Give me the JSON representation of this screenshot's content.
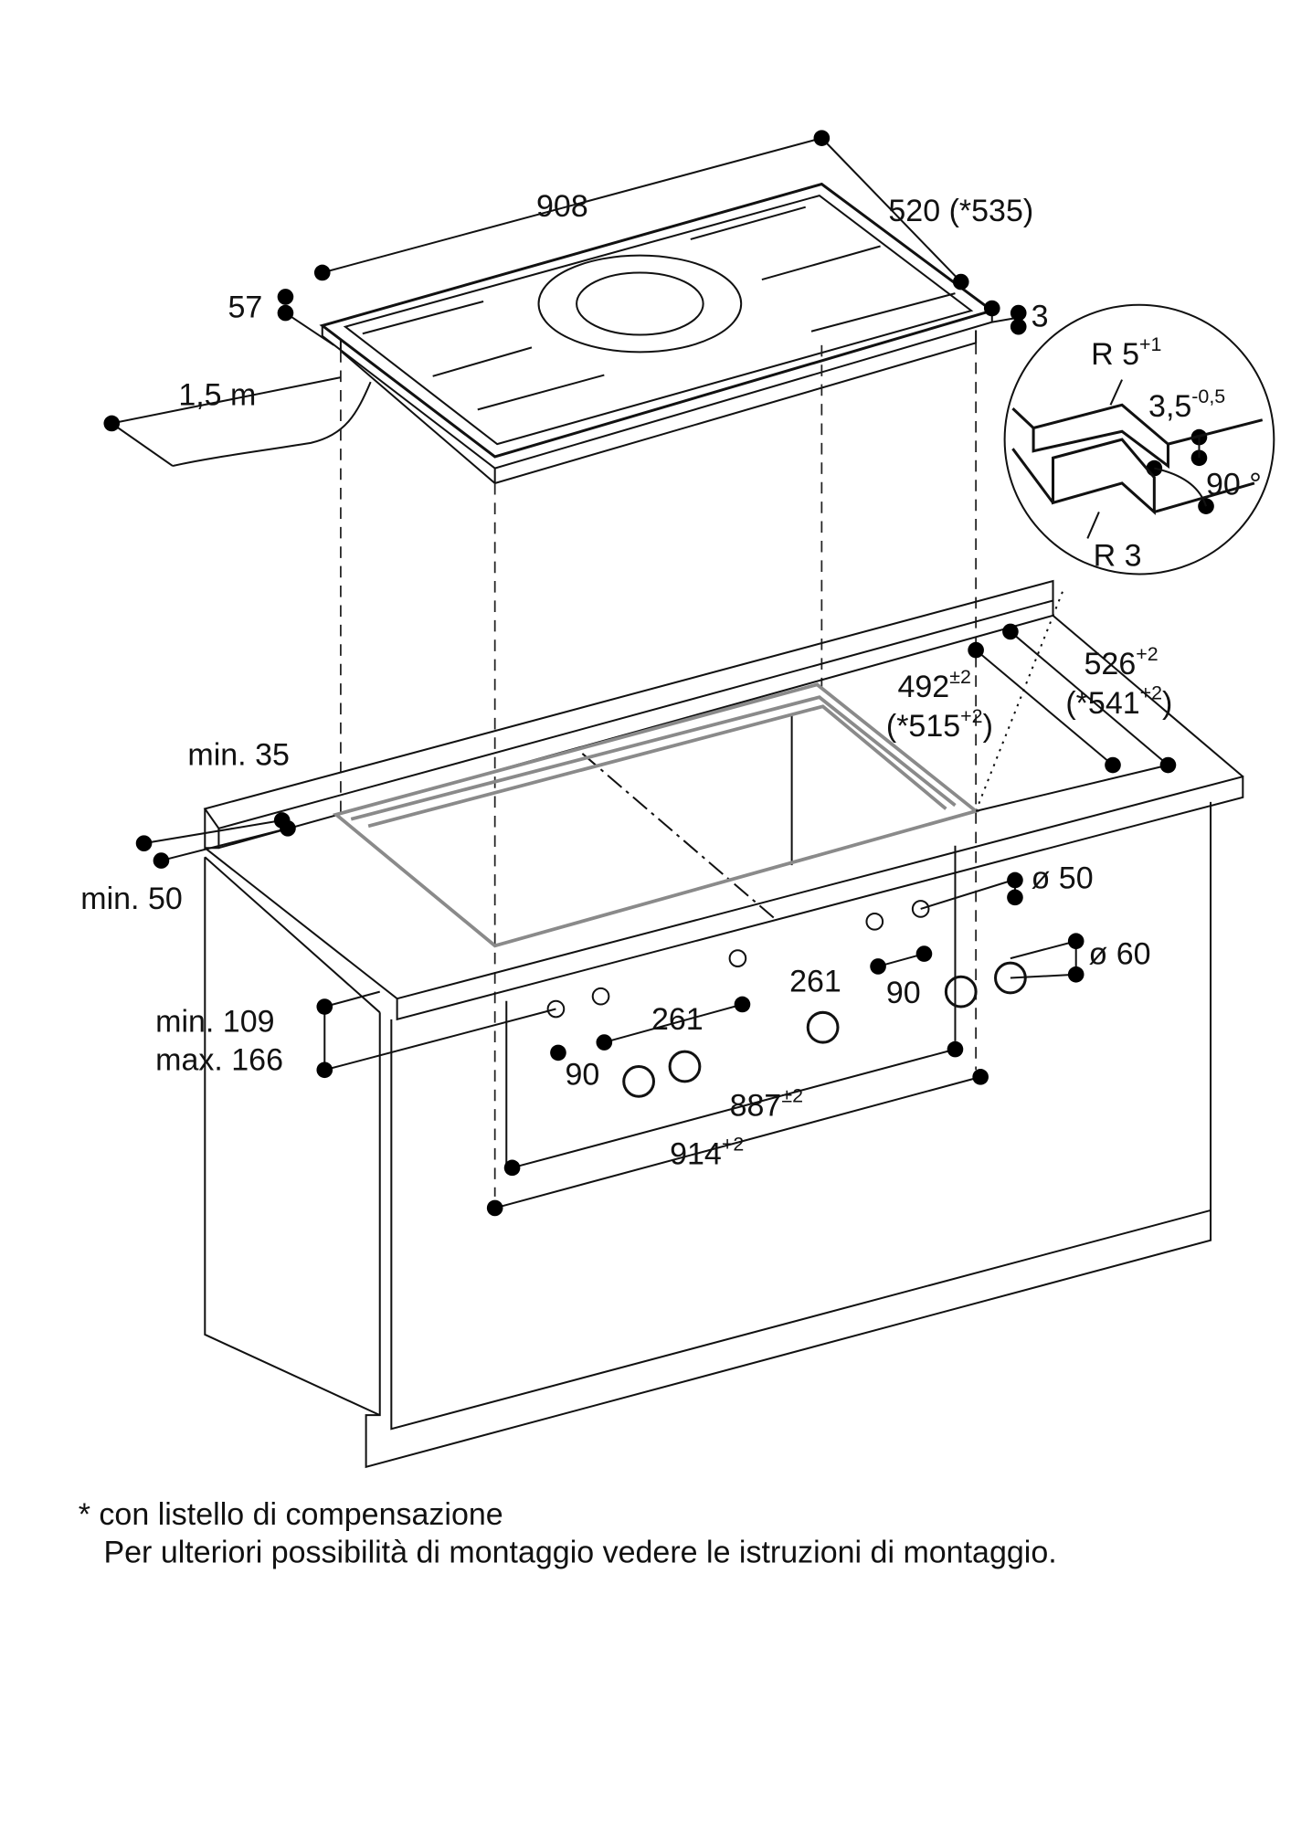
{
  "hob": {
    "width": "908",
    "depth": "520 (*535)",
    "height": "57",
    "glass": "3",
    "cable": "1,5 m"
  },
  "detail": {
    "radius_top": "R 5",
    "radius_top_tol": "+1",
    "step": "3,5",
    "step_tol": "-0,5",
    "angle": "90 °",
    "radius_bottom": "R 3"
  },
  "cutout": {
    "depth_outer": "526",
    "depth_outer_tol": "+2",
    "depth_outer_alt": "(*541",
    "depth_outer_alt_tol": "+2",
    "depth_outer_alt_close": ")",
    "depth_inner": "492",
    "depth_inner_tol": "±2",
    "depth_inner_alt": "(*515",
    "depth_inner_alt_tol": "+2",
    "depth_inner_alt_close": ")",
    "min_back": "min. 35",
    "min_front": "min. 50",
    "width_inner": "887",
    "width_inner_tol": "±2",
    "width_outer": "914",
    "width_outer_tol": "+2"
  },
  "knobs": {
    "hole_diameter": "ø 50",
    "knob_diameter": "ø 60",
    "spacing_left": "261",
    "spacing_right": "261",
    "edge_left": "90",
    "edge_right": "90",
    "height_min": "min. 109",
    "height_max": "max. 166"
  },
  "footnotes": {
    "line1": "* con listello di compensazione",
    "line2": "Per ulteriori possibilità di montaggio vedere le istruzioni di montaggio."
  }
}
